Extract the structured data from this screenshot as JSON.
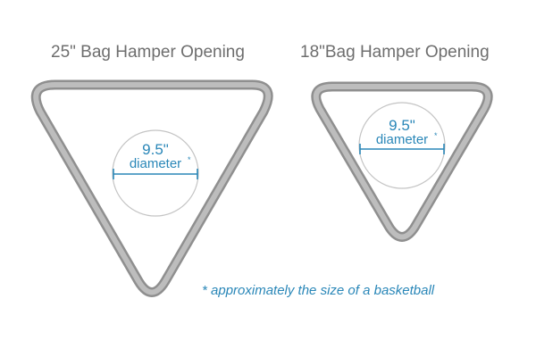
{
  "left_figure": {
    "title": "25\" Bag Hamper Opening",
    "diameter_value": "9.5\"",
    "diameter_word": "diameter",
    "marker": "*"
  },
  "right_figure": {
    "title": "18\"Bag Hamper Opening",
    "diameter_value": "9.5\"",
    "diameter_word": "diameter",
    "marker": "*"
  },
  "footnote": "* approximately the size of a basketball",
  "colors": {
    "frame": "#a6a6a6",
    "frame_inner": "#d8d8d8",
    "circle": "#c4c4c4",
    "accent": "#2a87b8",
    "title": "#6e6e6e"
  }
}
